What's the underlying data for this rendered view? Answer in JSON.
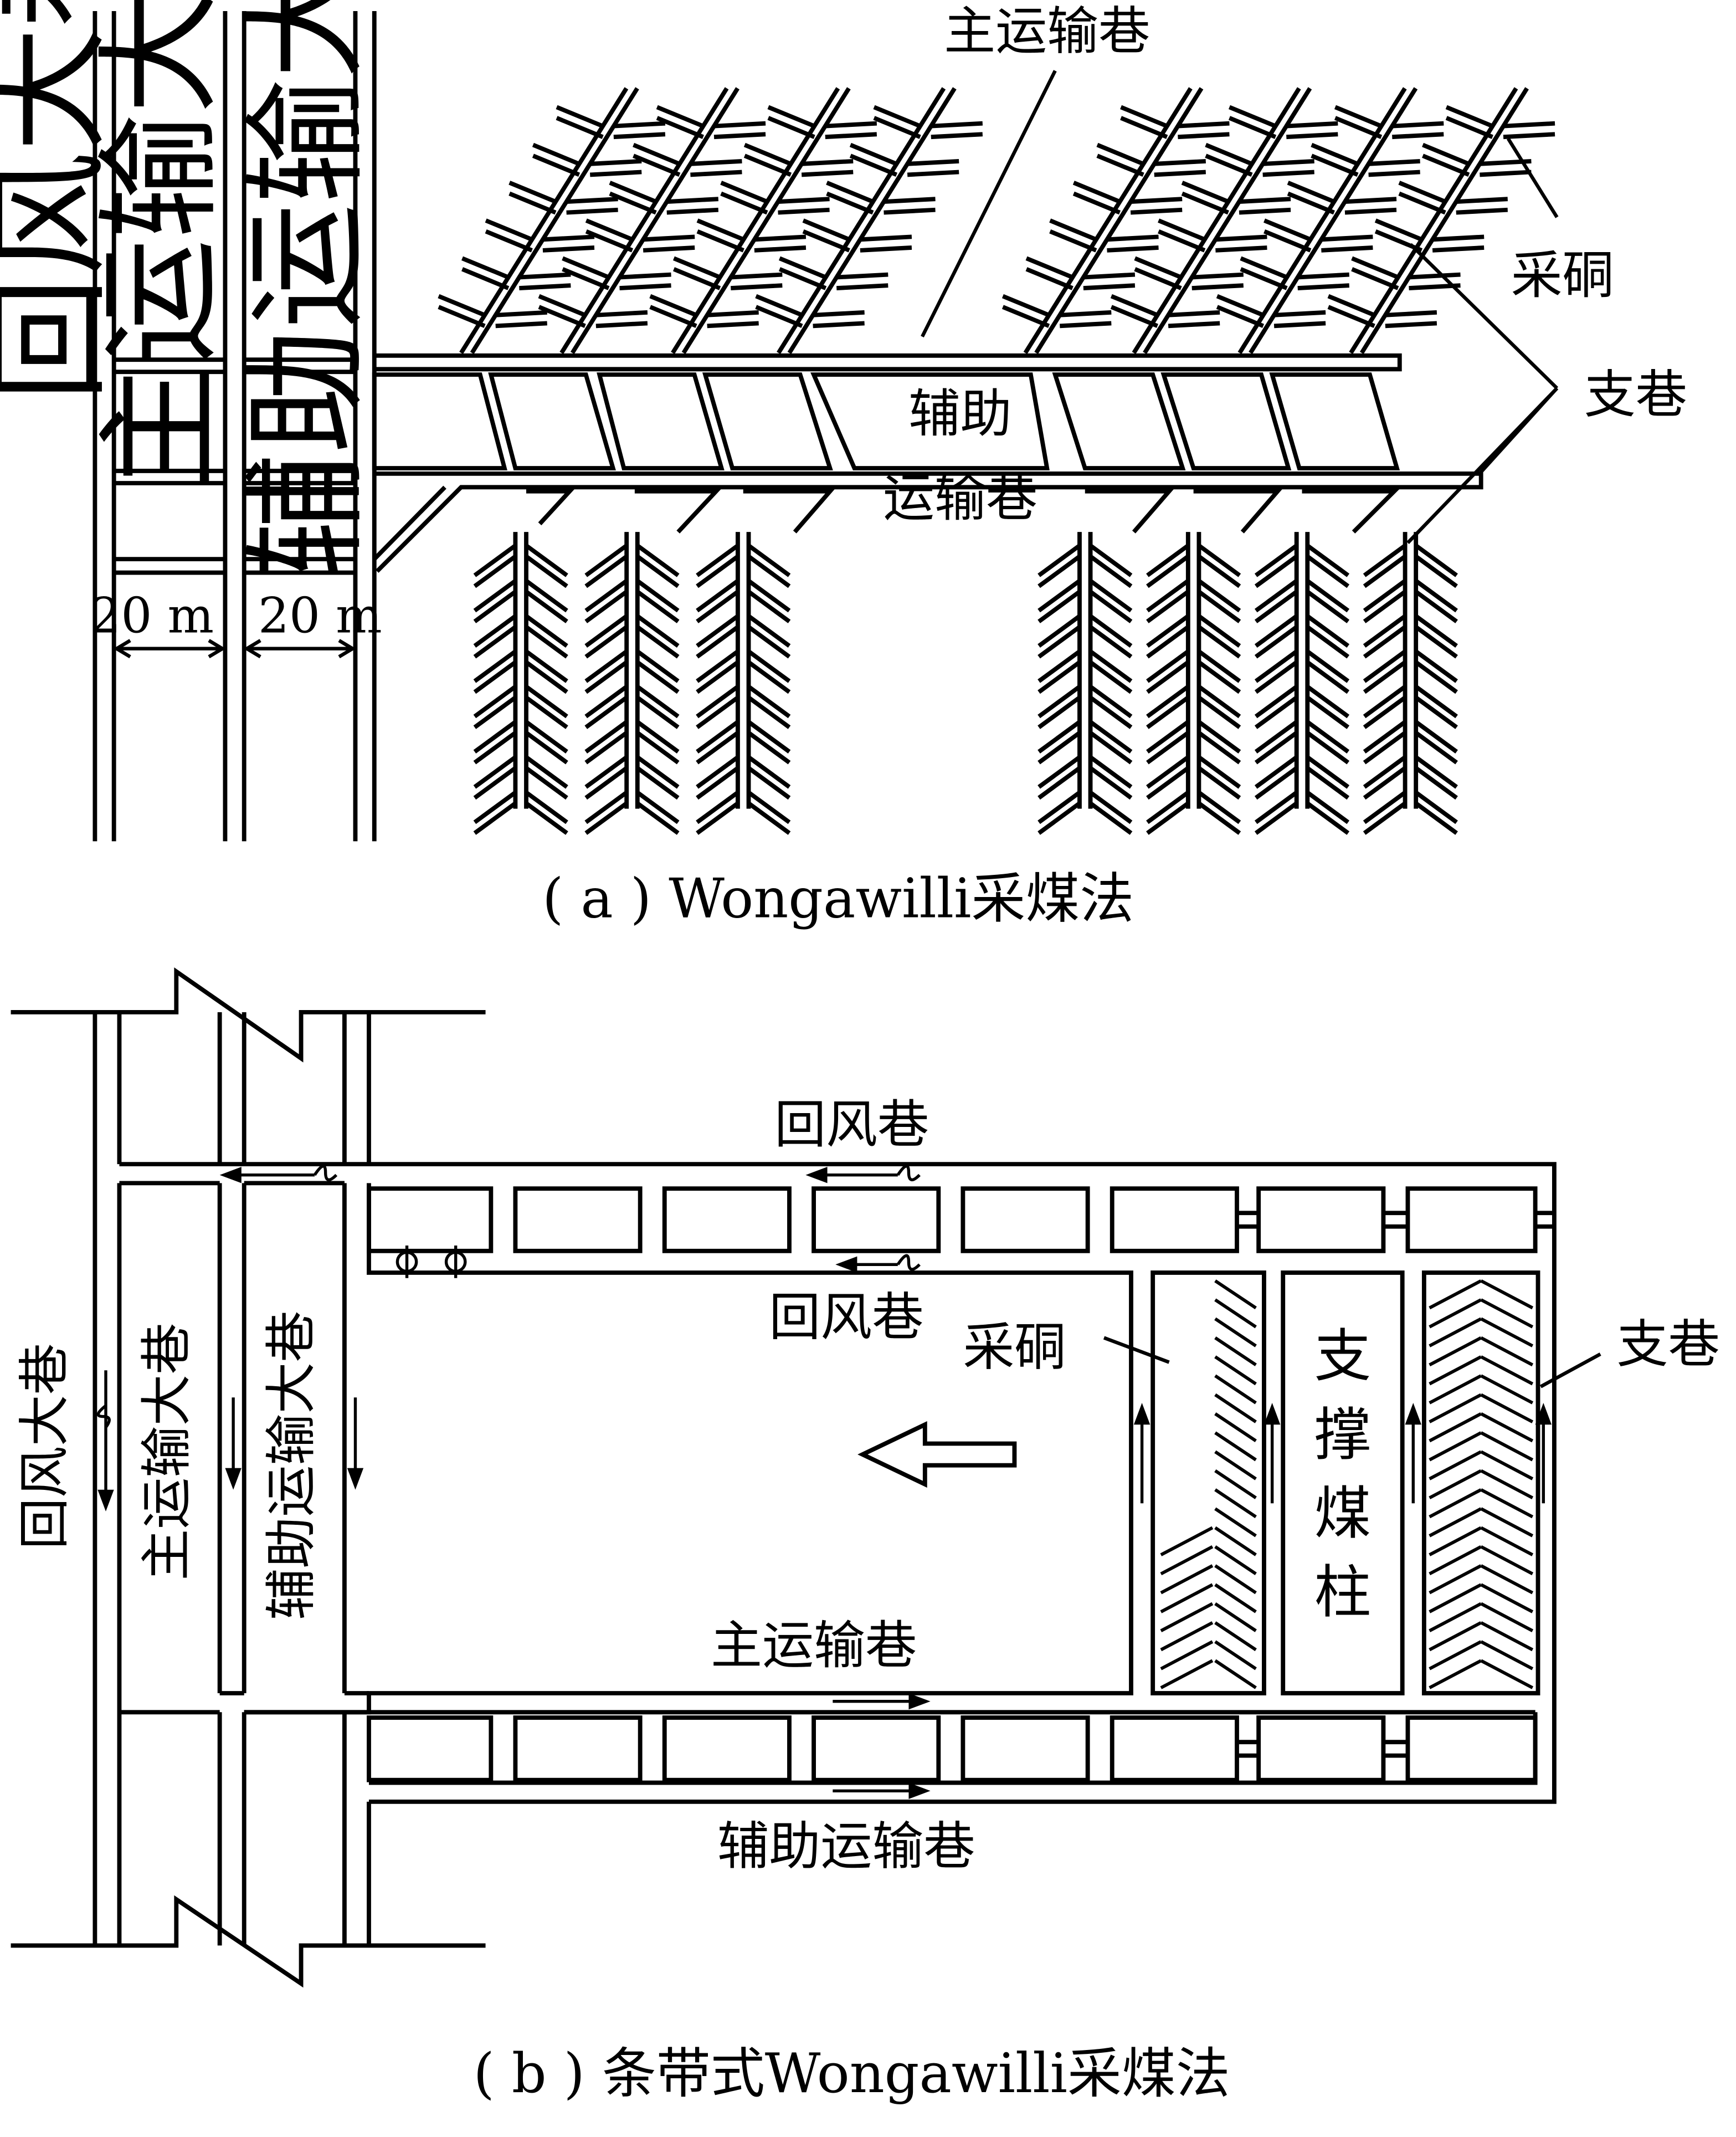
{
  "panel_a": {
    "caption": "( a ) Wongawilli采煤法",
    "labels": {
      "return_main": "回风大巷",
      "main_haul_main": "主运输大巷",
      "aux_haul_main": "辅助运输大巷",
      "main_haul_road": "主运输巷",
      "aux_haul_road_1": "辅助",
      "aux_haul_road_2": "运输巷",
      "pillar_extraction": "采硐",
      "branch_road": "支巷",
      "dim_1": "20 m",
      "dim_2": "20 m"
    }
  },
  "panel_b": {
    "caption": "( b ) 条带式Wongawilli采煤法",
    "labels": {
      "return_road_top": "回风巷",
      "return_road_inner": "回风巷",
      "return_main": "回风大巷",
      "main_haul_main": "主运输大巷",
      "aux_haul_main": "辅助运输大巷",
      "pillar_extraction": "采硐",
      "support_pillar": [
        "支",
        "撑",
        "煤",
        "柱"
      ],
      "branch_road": "支巷",
      "main_haul_road": "主运输巷",
      "aux_haul_road": "辅助运输巷"
    }
  },
  "colors": {
    "line": "#000000",
    "background": "#ffffff"
  }
}
